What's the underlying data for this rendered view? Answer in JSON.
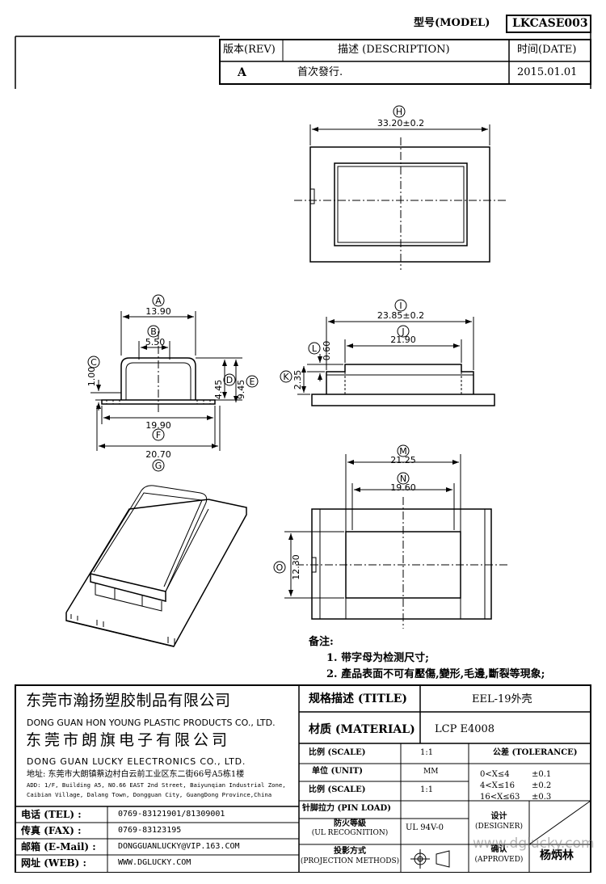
{
  "header": {
    "model_label": "型号(MODEL)",
    "model_value": "LKCASE003",
    "rev_header": "版本(REV)",
    "desc_header": "描述 (DESCRIPTION)",
    "date_header": "时间(DATE)",
    "rev_value": "A",
    "desc_value": "首次發行.",
    "date_value": "2015.01.01"
  },
  "drawing": {
    "top_view": {
      "label": "H",
      "dim": "33.20±0.2"
    },
    "front_view": {
      "label_a": "A",
      "dim_a": "13.90",
      "label_b": "B",
      "dim_b": "5.50",
      "label_c": "C",
      "dim_c": "1.00",
      "label_d": "D",
      "dim_d": "4.45",
      "label_e": "E",
      "dim_e": "9.45",
      "label_f": "F",
      "dim_f": "19.90",
      "label_g": "G",
      "dim_g": "20.70"
    },
    "side_view": {
      "label_i": "I",
      "dim_i": "23.85±0.2",
      "label_j": "J",
      "dim_j": "21.90",
      "label_l": "L",
      "dim_l": "0.60",
      "label_k": "K",
      "dim_k": "2.35"
    },
    "bottom_view": {
      "label_m": "M",
      "dim_m": "21.25",
      "label_n": "N",
      "dim_n": "19.60",
      "label_o": "O",
      "dim_o": "12.30"
    }
  },
  "notes": {
    "title": "备注:",
    "items": [
      "1. 带字母为检测尺寸;",
      "2. 產品表面不可有壓傷,變形,毛邊,斷裂等現象;"
    ]
  },
  "company": {
    "name1_cn": "东莞市瀚扬塑胶制品有限公司",
    "name1_en": "DONG GUAN HON YOUNG PLASTIC PRODUCTS CO., LTD.",
    "name2_cn": "东莞市朗旗电子有限公司",
    "name2_en": "DONG GUAN LUCKY ELECTRONICS CO., LTD.",
    "address_cn": "地址: 东莞市大朗镇蔡边村白云前工业区东二街66号A5栋1楼",
    "address_en1": "ADD: 1/F, Building A5, NO.66 EAST 2nd Street, Baiyunqian Industrial Zone,",
    "address_en2": "Caibian Village, Dalang Town, Dongguan City, GuangDong Province,China"
  },
  "contacts": [
    {
      "label": "电话 (TEL) :",
      "value": "0769-83121901/81309001"
    },
    {
      "label": "传真 (FAX) :",
      "value": "0769-83123195"
    },
    {
      "label": "邮箱 (E-Mail) :",
      "value": "DONGGUANLUCKY@VIP.163.COM"
    },
    {
      "label": "网址 (WEB) :",
      "value": "WWW.DGLUCKY.COM"
    }
  ],
  "spec": {
    "title_label": "规格描述 (TITLE)",
    "title_value": "EEL-19外壳",
    "material_label": "材质 (MATERIAL)",
    "material_value": "LCP E4008",
    "scale_label": "比例 (SCALE)",
    "scale_value": "1:1",
    "tolerance_label": "公差 (TOLERANCE)",
    "unit_label": "单位 (UNIT)",
    "unit_value": "MM",
    "scale2_label": "比例 (SCALE)",
    "scale2_value": "1:1",
    "tol_rows": [
      {
        "range": "0<X≤4",
        "value": "±0.1"
      },
      {
        "range": "4<X≤16",
        "value": "±0.2"
      },
      {
        "range": "16<X≤63",
        "value": "±0.3"
      }
    ],
    "pin_load_label": "针脚拉力 (PIN LOAD)",
    "flame_label_1": "防火等級",
    "flame_label_2": "(UL RECOGNITION)",
    "flame_value": "UL 94V-0",
    "designer_label_1": "设计",
    "designer_label_2": "(DESIGNER)",
    "projection_label_1": "投影方式",
    "projection_label_2": "(PROJECTION METHODS)",
    "approved_label_1": "确认",
    "approved_label_2": "(APPROVED)",
    "approved_value": "杨炳林"
  },
  "watermark": "www.dglucky.com"
}
